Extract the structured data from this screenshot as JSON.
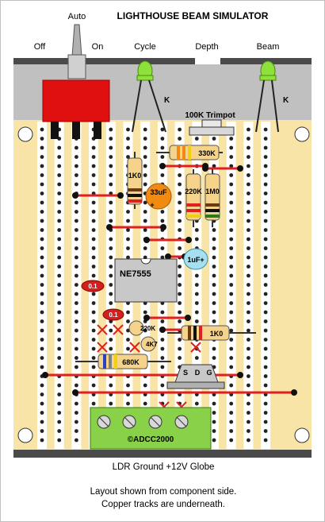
{
  "title": "LIGHTHOUSE BEAM SIMULATOR",
  "switch": {
    "auto": "Auto",
    "off": "Off",
    "on": "On"
  },
  "controls": {
    "cycle": "Cycle",
    "depth": "Depth",
    "beam": "Beam"
  },
  "led_marker": "K",
  "trimpot_label": "100K Trimpot",
  "components": {
    "r_330k": "330K",
    "r_1k0_left": "1K0",
    "c_33uf": "33uF",
    "c_33uf_plus": "+",
    "r_220k_top": "220K",
    "r_1m0": "1M0",
    "c_1uf": "1uF+",
    "ic": "NE7555",
    "cap_0u1a": "0.1",
    "cap_0u1b": "0.1",
    "r_220k_small": "220K",
    "r_4k7": "4K7",
    "r_1k0_right": "1K0",
    "r_680k": "680K",
    "fet_s": "S",
    "fet_d": "D",
    "fet_g": "G",
    "copyright": "©ADCC2000"
  },
  "terminals": "LDR  Ground +12V  Globe",
  "footer_line1": "Layout shown from component side.",
  "footer_line2": "Copper tracks are underneath.",
  "colors": {
    "board": "#f7e4a6",
    "track_hole": "#ffffff",
    "link": "#e02020",
    "switch": "#e01010",
    "led": "#8ee03a",
    "terminal": "#8ad14a",
    "cap_orange": "#f08a10",
    "cap_blue": "#a6e0f0",
    "ic": "#c8c8c8"
  }
}
